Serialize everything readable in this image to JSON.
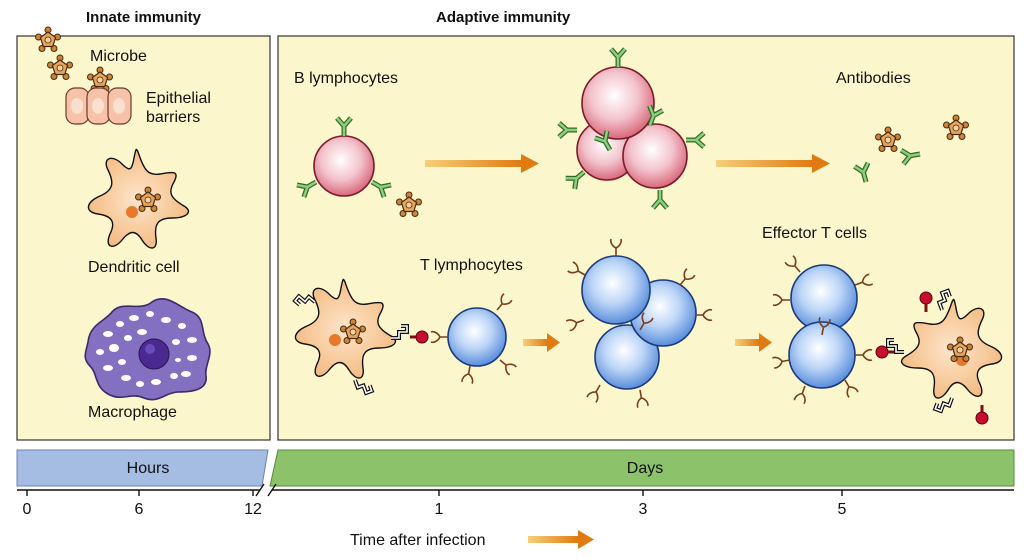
{
  "headings": {
    "innate": "Innate immunity",
    "adaptive": "Adaptive immunity"
  },
  "labels": {
    "microbe": "Microbe",
    "epithelial_1": "Epithelial",
    "epithelial_2": "barriers",
    "dendritic": "Dendritic cell",
    "macrophage": "Macrophage",
    "b_lymph": "B lymphocytes",
    "antibodies": "Antibodies",
    "t_lymph": "T lymphocytes",
    "effector_t": "Effector T cells"
  },
  "timeline": {
    "hours": "Hours",
    "days": "Days",
    "axis_label": "Time after infection",
    "ticks": [
      "0",
      "6",
      "12",
      "1",
      "3",
      "5"
    ]
  },
  "colors": {
    "panel_fill": "#fbf6cc",
    "hours_bar": "#a6bde3",
    "days_bar": "#8cc36a",
    "b_cell": "#e07a8a",
    "t_cell": "#7aa6e6",
    "antibody": "#5a9a4a",
    "microbe": "#c8863a",
    "dendritic": "#f6c48e",
    "macrophage": "#8c7ac2",
    "arrow": "#e38a1e",
    "receptor": "#8b4a2a",
    "antigen": "#c8102e"
  }
}
